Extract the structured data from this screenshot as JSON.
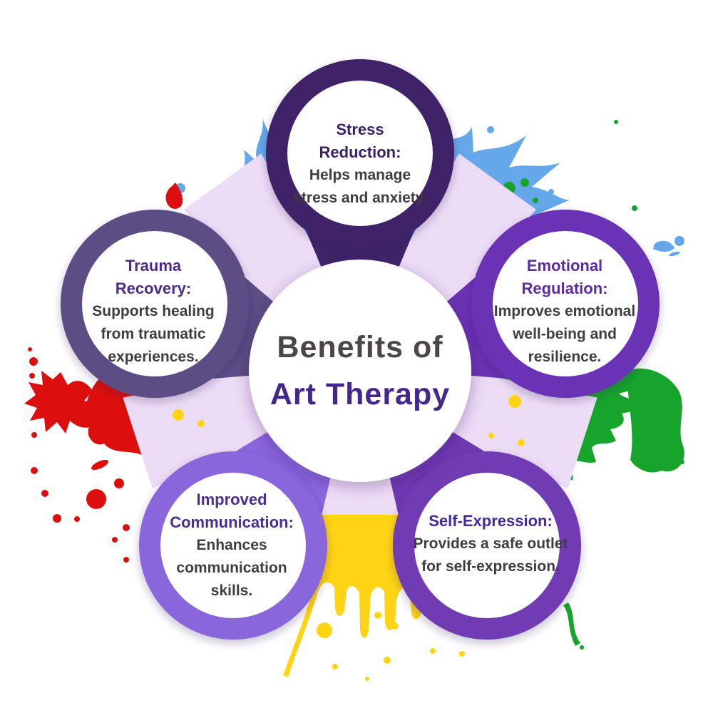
{
  "center": {
    "line1": "Benefits of",
    "line2": "Art Therapy",
    "line1_color": "#4a4649",
    "line2_color": "#44278c"
  },
  "text": {
    "body_color": "#3f3d40"
  },
  "nodes": [
    {
      "id": "stress-reduction",
      "title": "Stress Reduction:",
      "body": "Helps manage stress and anxiety.",
      "ring_color": "#3f2468",
      "title_color": "#392063"
    },
    {
      "id": "emotional-regulation",
      "title": "Emotional Regulation:",
      "body": "Improves emotional well-being and resilience.",
      "ring_color": "#6b33b4",
      "title_color": "#5c2b9e"
    },
    {
      "id": "self-expression",
      "title": "Self-Expression:",
      "body": "Provides a safe outlet for self-expression.",
      "ring_color": "#6f3ab3",
      "title_color": "#432a9b"
    },
    {
      "id": "improved-communication",
      "title": "Improved Communication:",
      "body": "Enhances communication skills.",
      "ring_color": "#8a66dd",
      "title_color": "#4b2d91"
    },
    {
      "id": "trauma-recovery",
      "title": "Trauma Recovery:",
      "body": "Supports healing from traumatic experiences.",
      "ring_color": "#5b4e85",
      "title_color": "#4c2d87"
    }
  ],
  "splashes": {
    "blue": "#64a7ea",
    "red": "#dc0f0e",
    "green": "#17a42c",
    "yellow": "#ffd414"
  },
  "spoke_color": "#eddcf6"
}
